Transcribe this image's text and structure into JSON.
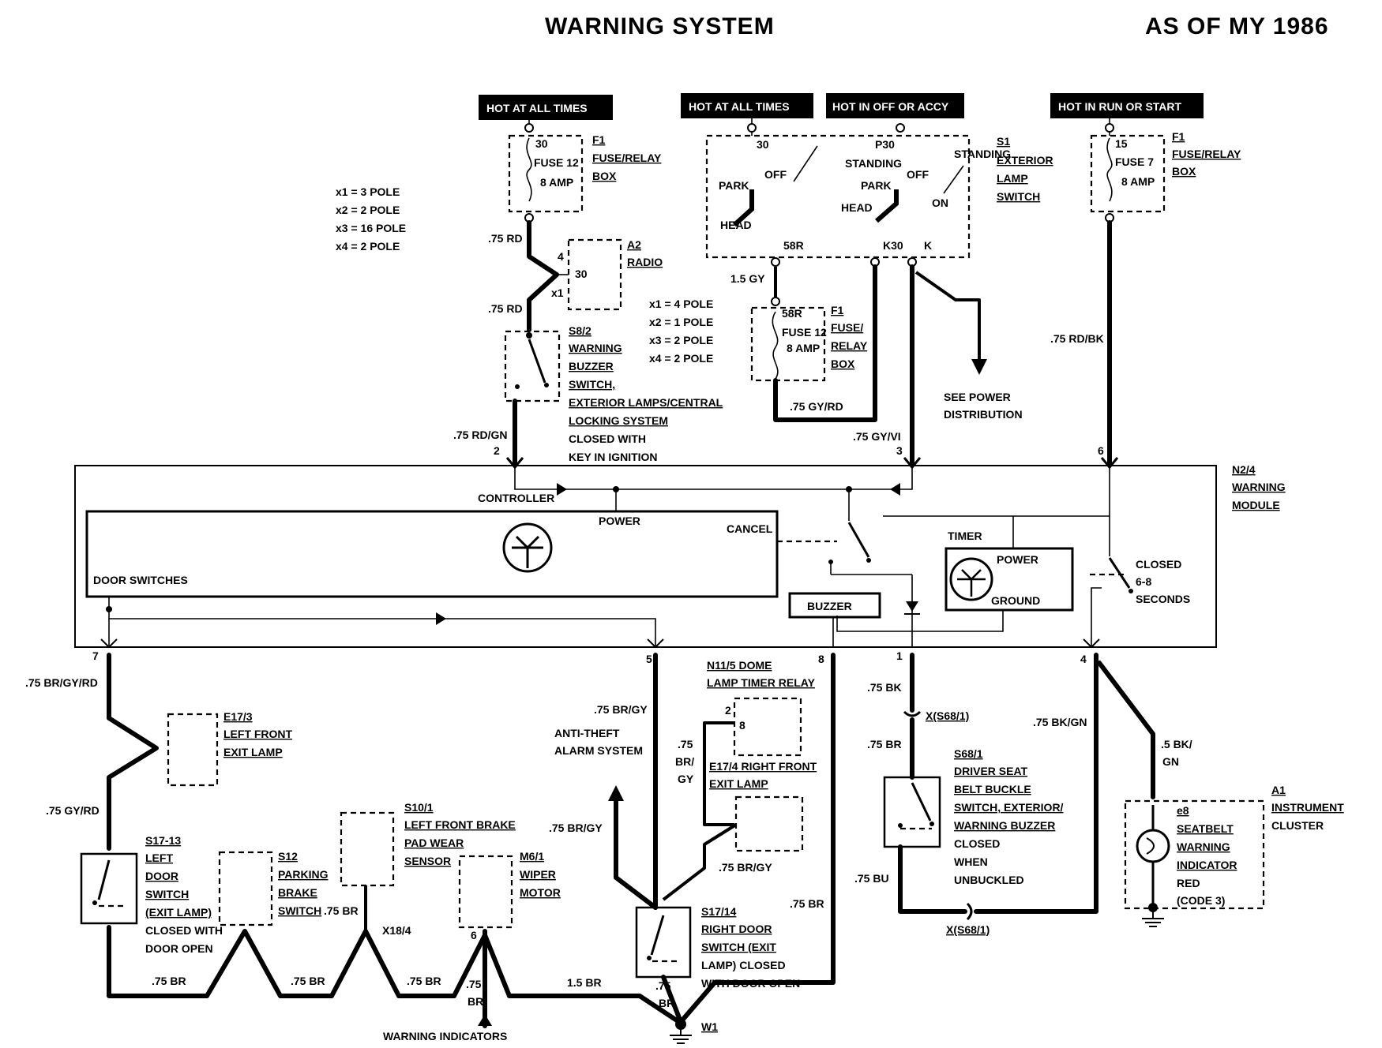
{
  "header": {
    "title": "WARNING SYSTEM",
    "model_year": "AS OF MY 1986"
  },
  "supply_labels": {
    "hot_at_all_times_1": "HOT AT ALL TIMES",
    "hot_at_all_times_2": "HOT AT ALL TIMES",
    "hot_in_off_or_accy": "HOT IN OFF OR ACCY",
    "hot_in_run_or_start": "HOT IN RUN OR START"
  },
  "fuses": {
    "f1_left": {
      "terminal": "30",
      "name": "FUSE 12",
      "rating": "8 AMP",
      "id": "F1",
      "desc1": "FUSE/RELAY",
      "desc2": "BOX"
    },
    "f1_center": {
      "terminal": "58R",
      "name": "FUSE 12",
      "rating": "8 AMP",
      "id": "F1",
      "desc1": "FUSE/",
      "desc2": "RELAY",
      "desc3": "BOX"
    },
    "f1_right": {
      "terminal": "15",
      "name": "FUSE 7",
      "rating": "8 AMP",
      "id": "F1",
      "desc1": "FUSE/RELAY",
      "desc2": "BOX"
    }
  },
  "connector_notes_left": [
    "x1 = 3 POLE",
    "x2 = 2 POLE",
    "x3 = 16 POLE",
    "x4 = 2 POLE"
  ],
  "connector_notes_mid": [
    "x1 = 4 POLE",
    "x2 = 1 POLE",
    "x3 = 2 POLE",
    "x4 = 2 POLE"
  ],
  "radio": {
    "id": "A2",
    "name": "RADIO",
    "pin": "4",
    "terminal": "30",
    "connector": "x1"
  },
  "buzzer_switch": {
    "id": "S8/2",
    "lines": [
      "WARNING",
      "BUZZER",
      "SWITCH,",
      "EXTERIOR LAMPS/CENTRAL",
      "LOCKING SYSTEM",
      "CLOSED WITH",
      "KEY IN IGNITION"
    ]
  },
  "lamp_switch": {
    "id": "S1",
    "lines": [
      "EXTERIOR",
      "LAMP",
      "SWITCH"
    ],
    "terminal_30": "30",
    "terminal_p30": "P30",
    "park": "PARK",
    "off": "OFF",
    "standing": "STANDING",
    "head": "HEAD",
    "on": "ON",
    "out_58r": "58R",
    "out_k30": "K30",
    "out_k": "K"
  },
  "power_distribution": [
    "SEE POWER",
    "DISTRIBUTION"
  ],
  "wires": {
    "w_75rd_1": ".75 RD",
    "w_75rd_2": ".75 RD",
    "w_75rdgn": ".75 RD/GN",
    "w_15gy": "1.5 GY",
    "w_75gyrd": ".75 GY/RD",
    "w_75gyvi": ".75 GY/VI",
    "w_75rdbk": ".75 RD/BK",
    "w_75brgyrd": ".75 BR/GY/RD",
    "w_75gyrd_low": ".75 GY/RD",
    "w_75brgy_1": ".75 BR/GY",
    "w_75brgy_2a": ".75",
    "w_75brgy_2b": "BR/",
    "w_75brgy_2c": "GY",
    "w_75brgy_3": ".75 BR/GY",
    "w_75brgy_4": ".75 BR/GY",
    "w_75bk": ".75 BK",
    "w_75br_s68": ".75 BR",
    "w_75bu": ".75 BU",
    "w_75bkgn": ".75 BK/GN",
    "w_5bkgn_a": ".5 BK/",
    "w_5bkgn_b": "GN",
    "w_75br_right": ".75 BR",
    "w_75br_b1": ".75 BR",
    "w_75br_b2": ".75 BR",
    "w_75br_b3": ".75 BR",
    "w_75br_s12": ".75 BR",
    "w_75br_v_a": ".75",
    "w_75br_v_b": "BR",
    "w_15br": "1.5 BR",
    "w_75br_g_a": ".75",
    "w_75br_g_b": "BR"
  },
  "module": {
    "id": "N2/4",
    "lines": [
      "WARNING",
      "MODULE"
    ],
    "controller": "CONTROLLER",
    "power": "POWER",
    "cancel": "CANCEL",
    "timer": "TIMER",
    "timer_power": "POWER",
    "timer_ground": "GROUND",
    "buzzer": "BUZZER",
    "door_switches": "DOOR SWITCHES",
    "closed_lines": [
      "CLOSED",
      "6-8",
      "SECONDS"
    ],
    "pins": {
      "p2": "2",
      "p3": "3",
      "p6": "6",
      "p7": "7",
      "p5": "5",
      "p8": "8",
      "p1": "1",
      "p4": "4"
    }
  },
  "components": {
    "e17_3": {
      "id": "E17/3",
      "lines": [
        "LEFT FRONT",
        "EXIT LAMP"
      ]
    },
    "anti_theft": [
      "ANTI-THEFT",
      "ALARM SYSTEM"
    ],
    "n11_5": {
      "lines": [
        "N11/5 DOME",
        "LAMP TIMER RELAY"
      ],
      "pin2": "2",
      "pin8": "8"
    },
    "e17_4": {
      "lines": [
        "E17/4 RIGHT FRONT",
        "EXIT LAMP"
      ]
    },
    "s17_13": {
      "id": "S17-13",
      "lines": [
        "LEFT",
        "DOOR",
        "SWITCH",
        "(EXIT LAMP)",
        "CLOSED WITH",
        "DOOR OPEN"
      ]
    },
    "s12": {
      "id": "S12",
      "lines": [
        "PARKING",
        "BRAKE",
        "SWITCH"
      ]
    },
    "s10_1": {
      "id": "S10/1",
      "lines": [
        "LEFT FRONT BRAKE",
        "PAD WEAR",
        "SENSOR"
      ]
    },
    "x18_4": "X18/4",
    "m6_1": {
      "id": "M6/1",
      "lines": [
        "WIPER",
        "MOTOR"
      ],
      "pin": "6"
    },
    "s17_14": {
      "id": "S17/14",
      "lines": [
        "RIGHT DOOR",
        "SWITCH (EXIT",
        "LAMP) CLOSED",
        "WITH DOOR OPEN"
      ]
    },
    "s68_1": {
      "id": "S68/1",
      "lines": [
        "DRIVER SEAT",
        "BELT BUCKLE",
        "SWITCH, EXTERIOR/",
        "WARNING BUZZER",
        "CLOSED",
        "WHEN",
        "UNBUCKLED"
      ]
    },
    "x_s68_top": "X(S68/1)",
    "x_s68_bottom": "X(S68/1)",
    "a1": {
      "id": "A1",
      "lines": [
        "INSTRUMENT",
        "CLUSTER"
      ]
    },
    "seatbelt": {
      "pin": "e8",
      "lines": [
        "SEATBELT",
        "WARNING",
        "INDICATOR"
      ],
      "color": "RED",
      "code": "(CODE 3)"
    },
    "ground": "W1",
    "warning_indicators": "WARNING INDICATORS"
  }
}
